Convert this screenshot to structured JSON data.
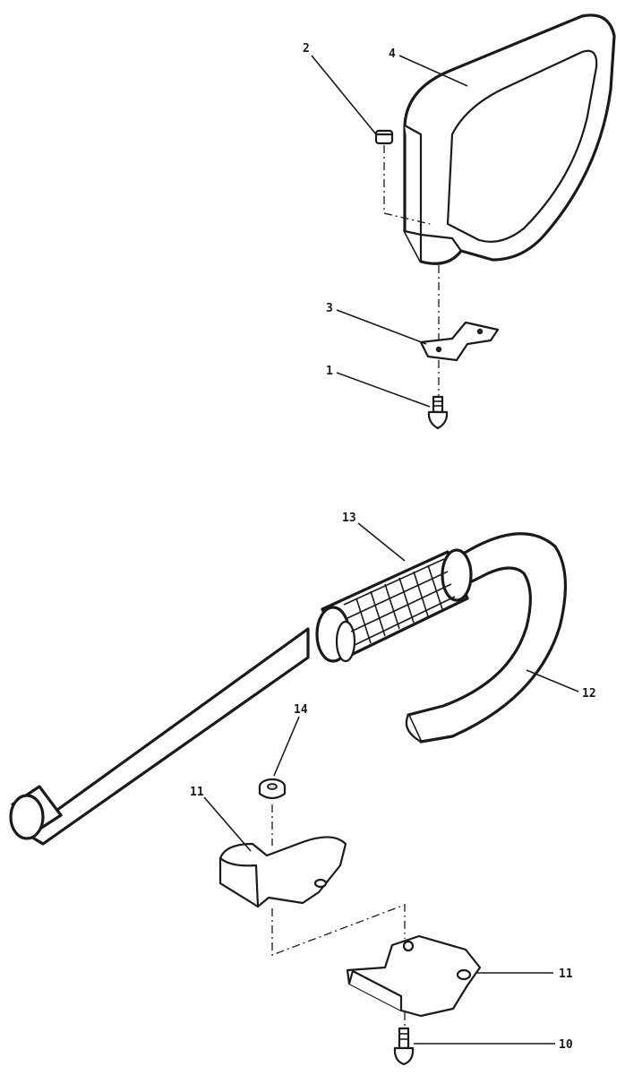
{
  "diagram": {
    "callouts": {
      "c1": "1",
      "c2": "2",
      "c3": "3",
      "c4": "4",
      "c10": "10",
      "c11a": "11",
      "c11b": "11",
      "c12": "12",
      "c13": "13",
      "c14": "14"
    }
  }
}
